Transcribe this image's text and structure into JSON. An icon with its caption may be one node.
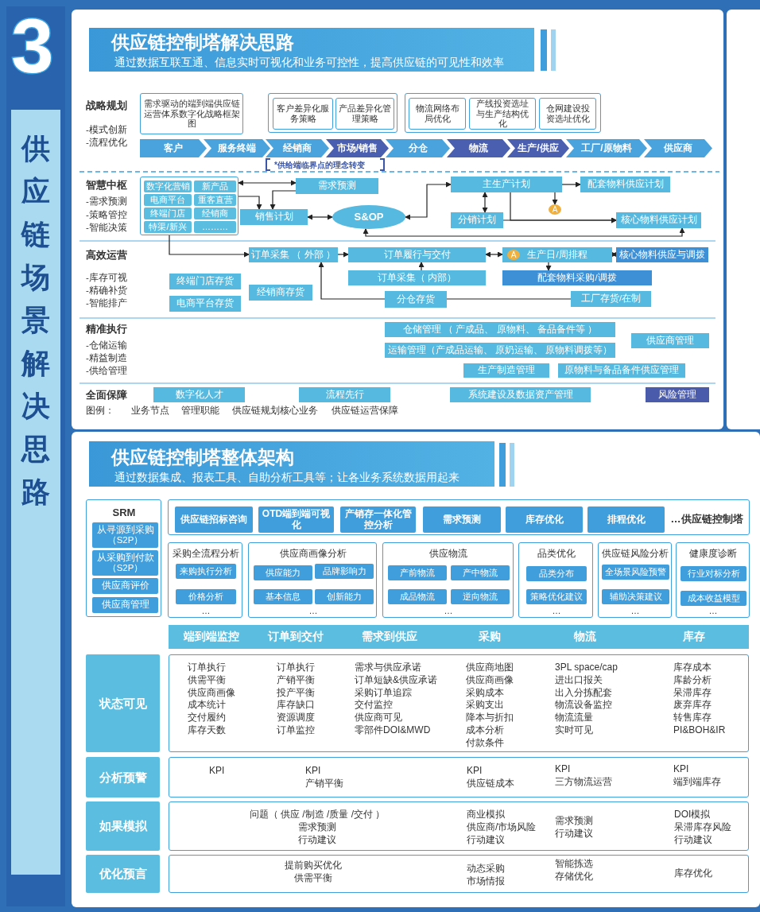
{
  "diagram": {
    "nodes": [
      {
        "text": [
          "供应链控制塔解决思路",
          "通过数据互联互通、信息实时可视化和业务可控性，提高供应链的可见性和效率"
        ]
      },
      {
        "text": [
          "需求驱动的端到端供应链运营体系数字化战略框架图"
        ]
      },
      {
        "text": [],
        "shape": "box"
      },
      {
        "text": [
          "客户差异化服务策略"
        ],
        "in": 2
      },
      {
        "text": [
          "产品差异化管理策略"
        ],
        "in": 2
      },
      {
        "text": [],
        "shape": "box"
      },
      {
        "text": [
          "物流网络布局优化"
        ],
        "in": 5
      },
      {
        "text": [
          "产线投资选址与生产结构优化"
        ],
        "in": 5
      },
      {
        "text": [
          "仓网建设投资选址优化"
        ],
        "in": 5
      },
      {
        "text": [
          "客户"
        ]
      },
      {
        "text": [
          "服务终端"
        ]
      },
      {
        "text": [
          "经销商"
        ]
      },
      {
        "text": [
          "市场/销售"
        ]
      },
      {
        "text": [
          "分仓"
        ]
      },
      {
        "text": [
          "物流"
        ]
      },
      {
        "text": [
          "生产/供应"
        ]
      },
      {
        "text": [
          "工厂/原物料"
        ]
      },
      {
        "text": [
          "供应商"
        ]
      },
      {
        "text": [],
        "shape": "box"
      },
      {
        "text": [
          "数字化营销"
        ],
        "in": 18
      },
      {
        "text": [
          "新产品"
        ],
        "in": 18
      },
      {
        "text": [
          "电商平台"
        ],
        "in": 18
      },
      {
        "text": [
          "重客直营"
        ],
        "in": 18
      },
      {
        "text": [
          "终端门店"
        ],
        "in": 18
      },
      {
        "text": [
          "经销商"
        ],
        "in": 18
      },
      {
        "text": [
          "特渠/新兴"
        ],
        "in": 18
      },
      {
        "text": [
          "………"
        ],
        "in": 18
      },
      {
        "text": [
          "需求预测"
        ]
      },
      {
        "text": [
          "销售计划"
        ]
      },
      {
        "text": [
          "S&OP"
        ]
      },
      {
        "text": [
          "主生产计划"
        ]
      },
      {
        "text": [
          "配套物料供应计划"
        ]
      },
      {
        "text": [
          "分销计划"
        ]
      },
      {
        "text": [
          "A"
        ]
      },
      {
        "text": [
          "核心物料供应计划"
        ]
      },
      {
        "text": [
          "订单采集 （ 外部 ）"
        ]
      },
      {
        "text": [
          "订单履行与交付"
        ]
      },
      {
        "text": [
          "生产日/周排程"
        ]
      },
      {
        "text": [
          "A"
        ],
        "in": 37
      },
      {
        "text": [
          "核心物料供应与调拨"
        ]
      },
      {
        "text": [
          "订单采集（ 内部）"
        ]
      },
      {
        "text": [
          "配套物料采购/调拨"
        ]
      },
      {
        "text": [
          "终端门店存货"
        ]
      },
      {
        "text": [
          "电商平台存货"
        ]
      },
      {
        "text": [
          "经销商存货"
        ]
      },
      {
        "text": [
          "分仓存货"
        ]
      },
      {
        "text": [
          "工厂存货/在制"
        ]
      },
      {
        "text": [
          "仓储管理 （ 产成品、 原物料、 备品备件等 ）"
        ]
      },
      {
        "text": [
          "运输管理（产成品运输、 原奶运输、 原物料调拨等）"
        ]
      },
      {
        "text": [
          "供应商管理"
        ]
      },
      {
        "text": [
          "生产制造管理"
        ]
      },
      {
        "text": [
          "原物料与备品备件供应管理"
        ]
      },
      {
        "text": [
          "数字化人才"
        ]
      },
      {
        "text": [
          "流程先行"
        ]
      },
      {
        "text": [
          "系统建设及数据资产管理"
        ]
      },
      {
        "text": [
          "风险管理"
        ]
      },
      {
        "text": [
          "供应链控制塔整体架构",
          "通过数据集成、报表工具、自助分析工具等；让各业务系统数据用起来"
        ]
      },
      {
        "text": [
          "SRM"
        ]
      },
      {
        "text": [
          "从寻源到采购（S2P）"
        ],
        "in": 57
      },
      {
        "text": [
          "从采购到付款（S2P）"
        ],
        "in": 57
      },
      {
        "text": [
          "供应商评价"
        ],
        "in": 57
      },
      {
        "text": [
          "供应商管理"
        ],
        "in": 57
      },
      {
        "text": [
          "…供应链控制塔"
        ]
      },
      {
        "text": [
          "供应链招标咨询"
        ],
        "in": 62
      },
      {
        "text": [
          "OTD端到端可视化"
        ],
        "in": 62
      },
      {
        "text": [
          "产销存一体化管控分析"
        ],
        "in": 62
      },
      {
        "text": [
          "需求预测"
        ],
        "in": 62
      },
      {
        "text": [
          "库存优化"
        ],
        "in": 62
      },
      {
        "text": [
          "排程优化"
        ],
        "in": 62
      },
      {
        "text": [
          "采购全流程分析",
          "…"
        ]
      },
      {
        "text": [
          "来购执行分析"
        ],
        "in": 69
      },
      {
        "text": [
          "价格分析"
        ],
        "in": 69
      },
      {
        "text": [
          "供应商画像分析",
          "…"
        ]
      },
      {
        "text": [
          "供应能力"
        ],
        "in": 72
      },
      {
        "text": [
          "品牌影响力"
        ],
        "in": 72
      },
      {
        "text": [
          "基本信息"
        ],
        "in": 72
      },
      {
        "text": [
          "创新能力"
        ],
        "in": 72
      },
      {
        "text": [
          "供应物流",
          "…"
        ]
      },
      {
        "text": [
          "产前物流"
        ],
        "in": 77
      },
      {
        "text": [
          "产中物流"
        ],
        "in": 77
      },
      {
        "text": [
          "成品物流"
        ],
        "in": 77
      },
      {
        "text": [
          "逆向物流"
        ],
        "in": 77
      },
      {
        "text": [
          "品类优化",
          "…"
        ]
      },
      {
        "text": [
          "品类分布"
        ],
        "in": 82
      },
      {
        "text": [
          "策略优化建议"
        ],
        "in": 82
      },
      {
        "text": [
          "供应链风险分析",
          "…"
        ]
      },
      {
        "text": [
          "全场景风险预警"
        ],
        "in": 85
      },
      {
        "text": [
          "辅助决策建议"
        ],
        "in": 85
      },
      {
        "text": [
          "健康度诊断",
          "…"
        ]
      },
      {
        "text": [
          "行业对标分析"
        ],
        "in": 88
      },
      {
        "text": [
          "成本收益模型"
        ],
        "in": 88
      },
      {
        "text": [
          "端到端监控",
          "订单到交付",
          "需求到供应",
          "采购",
          "物流",
          "库存"
        ]
      },
      {
        "text": [
          "状态可见"
        ]
      },
      {
        "text": [
          "订单执行",
          "供需平衡",
          "供应商画像",
          "成本统计",
          "交付履约",
          "库存天数",
          "订单执行",
          "产销平衡",
          "投产平衡",
          "库存缺口",
          "资源调度",
          "订单监控",
          "需求与供应承诺",
          "订单短缺&供应承诺",
          "采购订单追踪",
          "交付监控",
          "供应商可见",
          "零部件DOI&MWD",
          "供应商地图",
          "供应商画像",
          "采购成本",
          "采购支出",
          "降本与折扣",
          "成本分析",
          "付款条件",
          "3PL space/cap",
          "进出口报关",
          "出入分拣配套",
          "物流设备监控",
          "物流流量",
          "实时可见",
          "库存成本",
          "库龄分析",
          "呆滞库存",
          "废弃库存",
          "转售库存",
          "PI&BOH&IR"
        ]
      },
      {
        "text": [
          "分析预警"
        ]
      },
      {
        "text": [
          "KPI",
          "KPI",
          "产销平衡",
          "KPI",
          "供应链成本",
          "KPI",
          "三方物流运营",
          "KPI",
          "端到端库存"
        ]
      },
      {
        "text": [
          "如果模拟"
        ]
      },
      {
        "text": [
          "问题（ 供应 /制造 /质量 /交付 ）",
          "需求预测",
          "行动建议",
          "商业模拟",
          "供应商/市场风险",
          "行动建议",
          "需求预测",
          "行动建议",
          "DOI模拟",
          "呆滞库存风险",
          "行动建议"
        ]
      },
      {
        "text": [
          "优化预言"
        ]
      },
      {
        "text": [
          "提前购买优化",
          "供需平衡",
          "动态采购",
          "市场情报",
          "智能拣选",
          "存储优化",
          "库存优化"
        ]
      }
    ],
    "edges": [
      {
        "from": 18,
        "to": 27,
        "arrow": "both"
      },
      {
        "from": 18,
        "to": 28,
        "arrow": "to"
      },
      {
        "from": 27,
        "to": 28,
        "arrow": "to"
      },
      {
        "from": 28,
        "to": 29,
        "arrow": "both"
      },
      {
        "from": 29,
        "to": 30,
        "arrow": "both"
      },
      {
        "from": 30,
        "to": 31,
        "arrow": "to"
      },
      {
        "from": 30,
        "to": 33,
        "arrow": "to"
      },
      {
        "from": 30,
        "to": 32,
        "arrow": "both"
      },
      {
        "from": 32,
        "to": 34,
        "arrow": "to"
      },
      {
        "from": 30,
        "to": 34,
        "arrow": "to"
      },
      {
        "from": 34,
        "to": 29,
        "arrow": "both"
      },
      {
        "from": 18,
        "to": 35,
        "arrow": "to"
      },
      {
        "from": 35,
        "to": 36,
        "arrow": "to"
      },
      {
        "from": 36,
        "to": 37,
        "arrow": "both"
      },
      {
        "from": 37,
        "to": 39,
        "arrow": "both"
      },
      {
        "from": 40,
        "to": 36,
        "arrow": "to"
      },
      {
        "from": 37,
        "to": 41,
        "arrow": "to"
      },
      {
        "from": 45,
        "to": 35,
        "arrow": "to"
      },
      {
        "from": 46,
        "to": 45,
        "arrow": "none"
      }
    ],
    "labels": [
      "3",
      "供应链场景解决思路",
      "战略规划",
      "-模式创新",
      "-流程优化",
      "*供给端临界点的理念转变",
      "智慧中枢",
      "-需求预测",
      "-策略管控",
      "-智能决策",
      "高效运营",
      "-库存可视",
      "-精确补货",
      "-智能排产",
      "精准执行",
      "-仓储运输",
      "-精益制造",
      "-供给管理",
      "全面保障",
      "图例：",
      "业务节点",
      "管理职能",
      "供应链规划核心业务",
      "供应链运营保障"
    ]
  }
}
